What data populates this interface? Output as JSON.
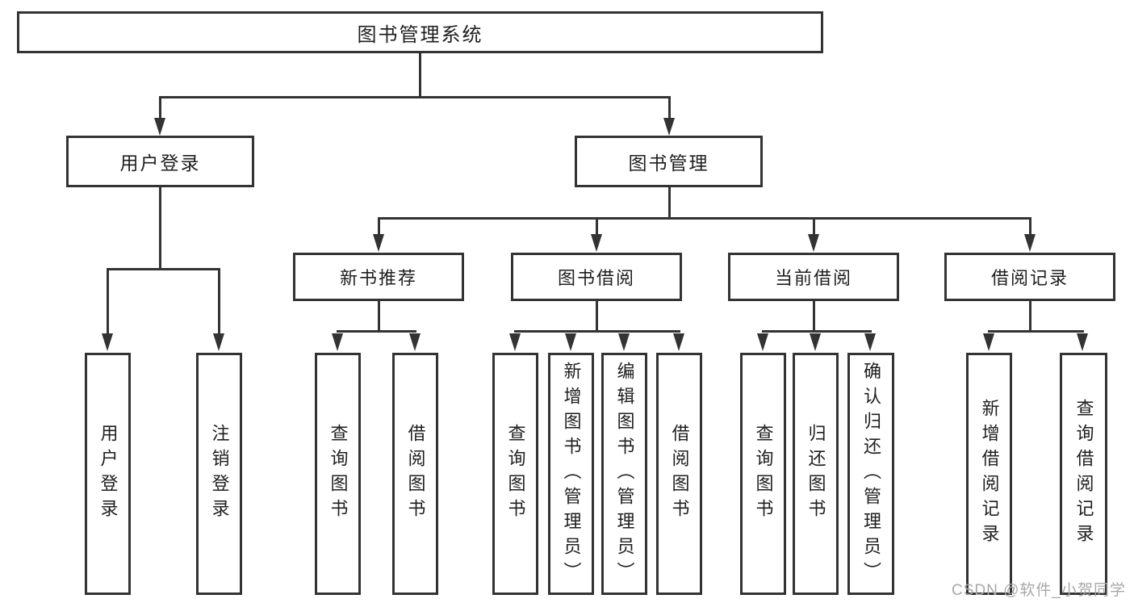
{
  "diagram": {
    "title": "图书管理系统",
    "branches": {
      "user": {
        "label": "用户登录",
        "children": [
          {
            "label": "用户登录"
          },
          {
            "label": "注销登录"
          }
        ]
      },
      "book": {
        "label": "图书管理",
        "sections": [
          {
            "label": "新书推荐",
            "children": [
              {
                "label": "查询图书"
              },
              {
                "label": "借阅图书"
              }
            ]
          },
          {
            "label": "图书借阅",
            "children": [
              {
                "label": "查询图书"
              },
              {
                "label": "新增图书（管理员）"
              },
              {
                "label": "编辑图书（管理员）"
              },
              {
                "label": "借阅图书"
              }
            ]
          },
          {
            "label": "当前借阅",
            "children": [
              {
                "label": "查询图书"
              },
              {
                "label": "归还图书"
              },
              {
                "label": "确认归还（管理员）"
              }
            ]
          },
          {
            "label": "借阅记录",
            "children": [
              {
                "label": "新增借阅记录"
              },
              {
                "label": "查询借阅记录"
              }
            ]
          }
        ]
      }
    },
    "watermark": "CSDN @软件_小贺同学",
    "colors": {
      "line": "#333333",
      "text": "#1f1f1f",
      "watermark": "#a8a8a8",
      "background": "#ffffff"
    }
  }
}
